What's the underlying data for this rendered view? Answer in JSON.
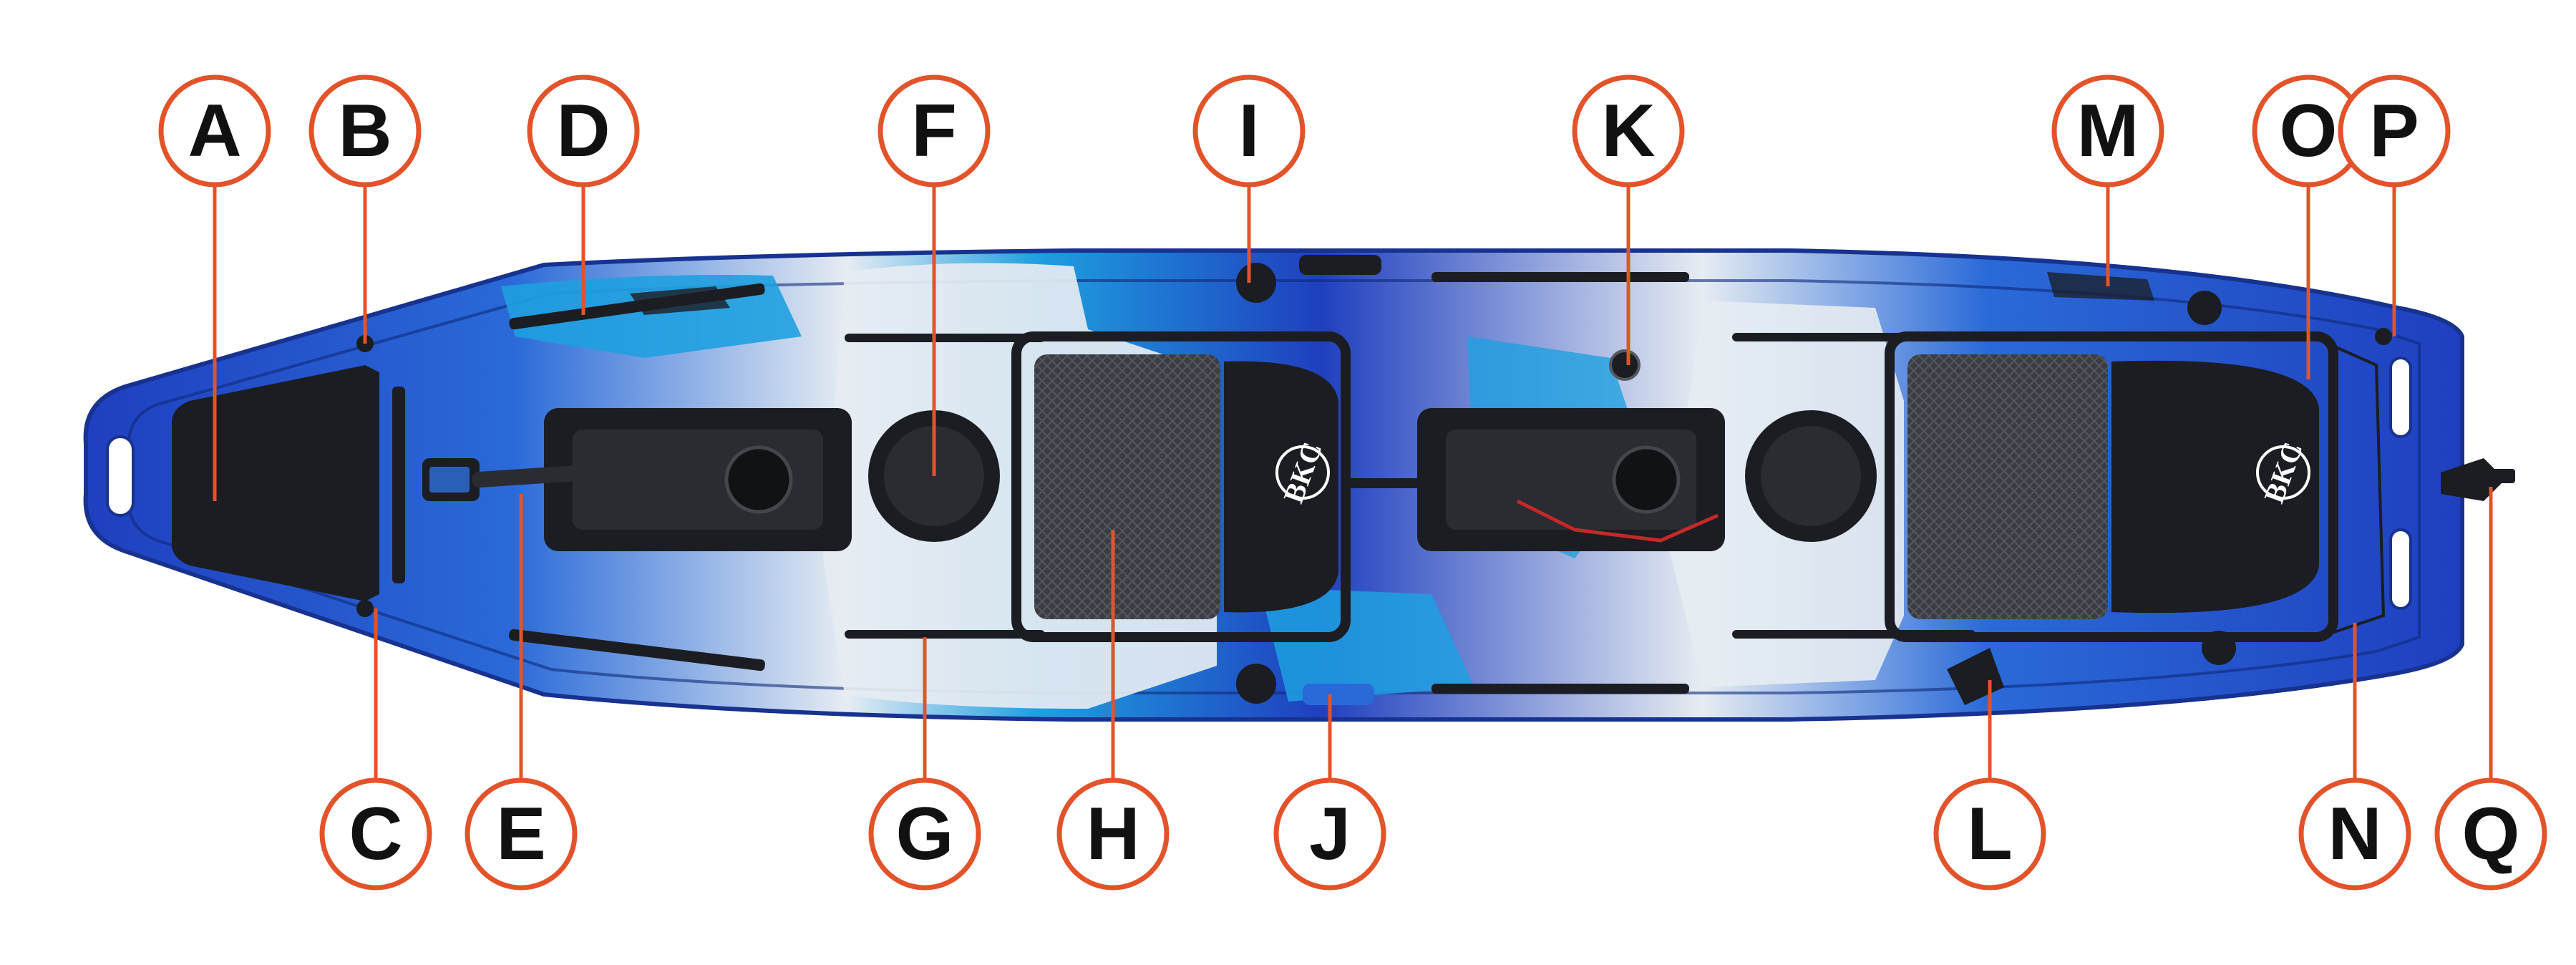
{
  "colors": {
    "callout": "#e3532a",
    "hull_deep_blue": "#1f3fbf",
    "hull_cyan": "#1fa0e0",
    "hull_light": "#e6ecf2",
    "hull_white": "#f4f6f8",
    "hull_dark": "#1b1d22",
    "seat_mesh": "#3a3d44"
  },
  "seat_logo": "BKC",
  "callouts": [
    {
      "id": "A",
      "label": "A"
    },
    {
      "id": "B",
      "label": "B"
    },
    {
      "id": "C",
      "label": "C"
    },
    {
      "id": "D",
      "label": "D"
    },
    {
      "id": "E",
      "label": "E"
    },
    {
      "id": "F",
      "label": "F"
    },
    {
      "id": "G",
      "label": "G"
    },
    {
      "id": "H",
      "label": "H"
    },
    {
      "id": "I",
      "label": "I"
    },
    {
      "id": "J",
      "label": "J"
    },
    {
      "id": "K",
      "label": "K"
    },
    {
      "id": "L",
      "label": "L"
    },
    {
      "id": "M",
      "label": "M"
    },
    {
      "id": "N",
      "label": "N"
    },
    {
      "id": "O",
      "label": "O"
    },
    {
      "id": "P",
      "label": "P"
    },
    {
      "id": "Q",
      "label": "Q"
    }
  ]
}
